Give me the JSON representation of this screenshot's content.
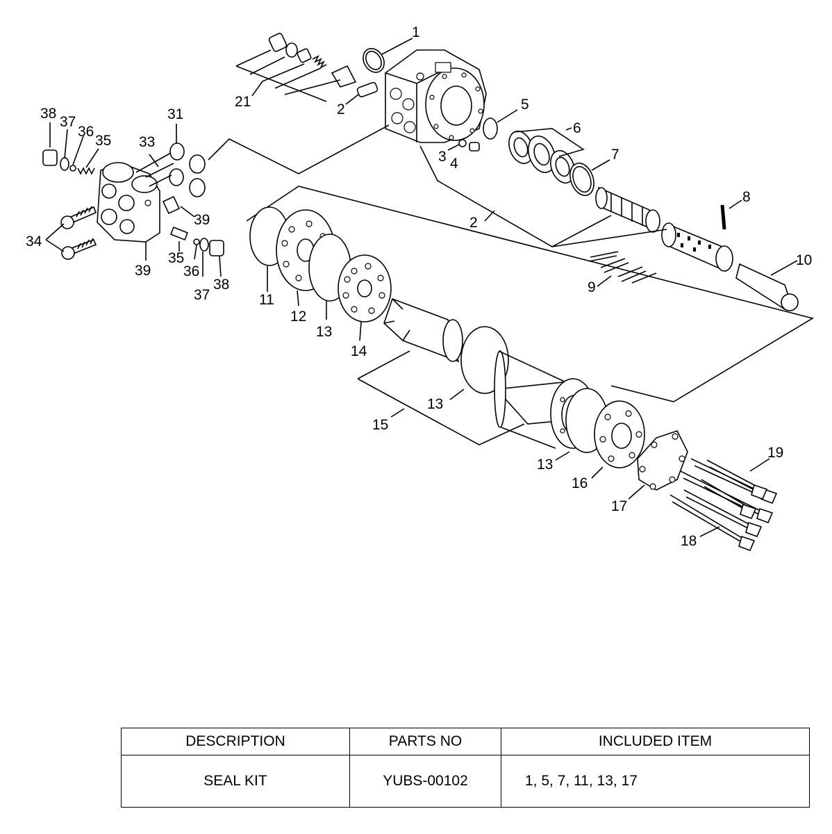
{
  "labels": {
    "p1": "1",
    "p2a": "2",
    "p2b": "2",
    "p3": "3",
    "p4": "4",
    "p5": "5",
    "p6": "6",
    "p7": "7",
    "p8": "8",
    "p9": "9",
    "p10": "10",
    "p11": "11",
    "p12": "12",
    "p13a": "13",
    "p13b": "13",
    "p13c": "13",
    "p14": "14",
    "p15": "15",
    "p16": "16",
    "p17": "17",
    "p18": "18",
    "p19": "19",
    "p21": "21",
    "p31": "31",
    "p33": "33",
    "p34": "34",
    "p35a": "35",
    "p35b": "35",
    "p36a": "36",
    "p36b": "36",
    "p37a": "37",
    "p37b": "37",
    "p38a": "38",
    "p38b": "38",
    "p39a": "39",
    "p39b": "39"
  },
  "table": {
    "headers": [
      "DESCRIPTION",
      "PARTS NO",
      "INCLUDED ITEM"
    ],
    "rows": [
      [
        "SEAL KIT",
        "YUBS-00102",
        "1, 5, 7, 11, 13, 17"
      ]
    ]
  }
}
